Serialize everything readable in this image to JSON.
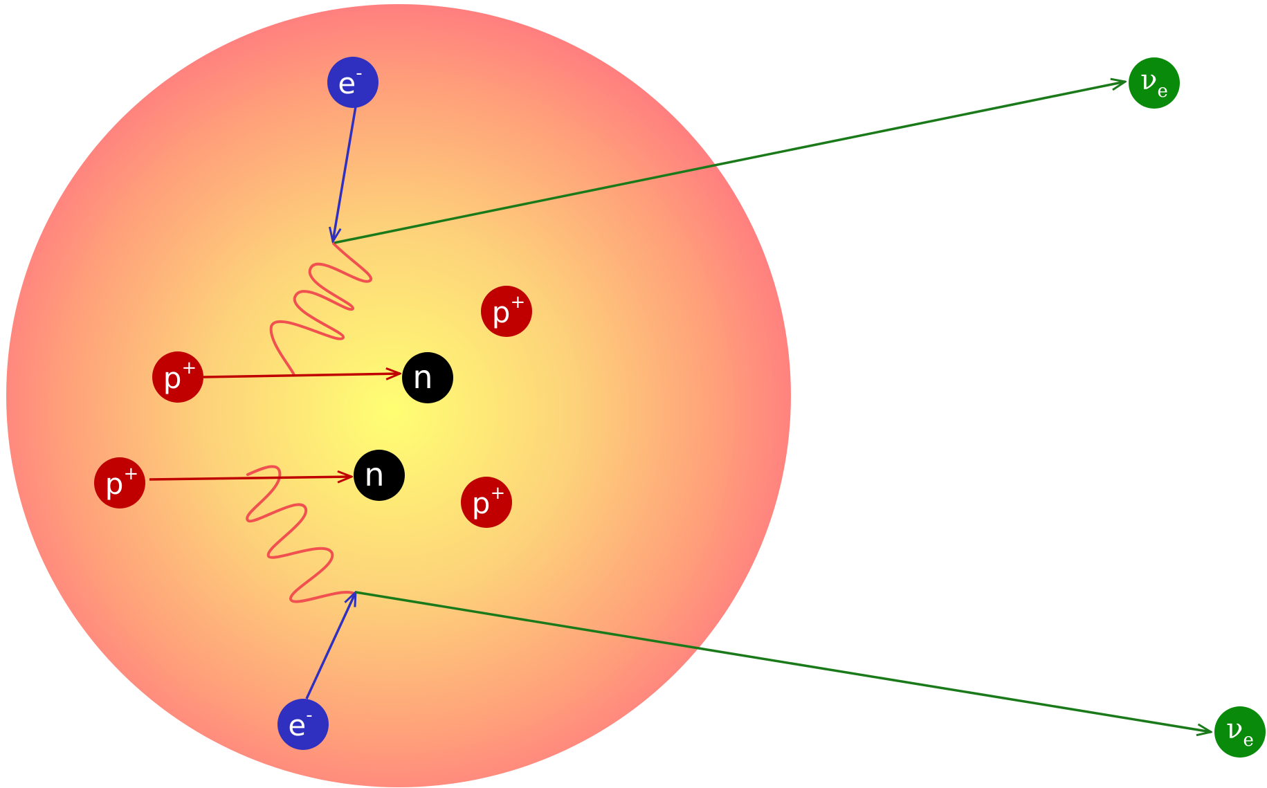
{
  "colors": {
    "nucleus_center": "#ffff73",
    "nucleus_edge": "#ff7f7f",
    "proton": "#c00000",
    "neutron": "#000000",
    "electron": "#3030c0",
    "neutrino": "#0a8a0a",
    "boson_wave": "#f05050",
    "proton_arrow": "#c00000",
    "electron_arrow": "#3030c0",
    "neutrino_arrow": "#1a7a1a"
  },
  "labels": {
    "electron_base": "e",
    "electron_sup": "-",
    "proton_base": "p",
    "proton_sup": "+",
    "neutron": "n",
    "neutrino_base": "ν",
    "neutrino_sub": "e"
  }
}
